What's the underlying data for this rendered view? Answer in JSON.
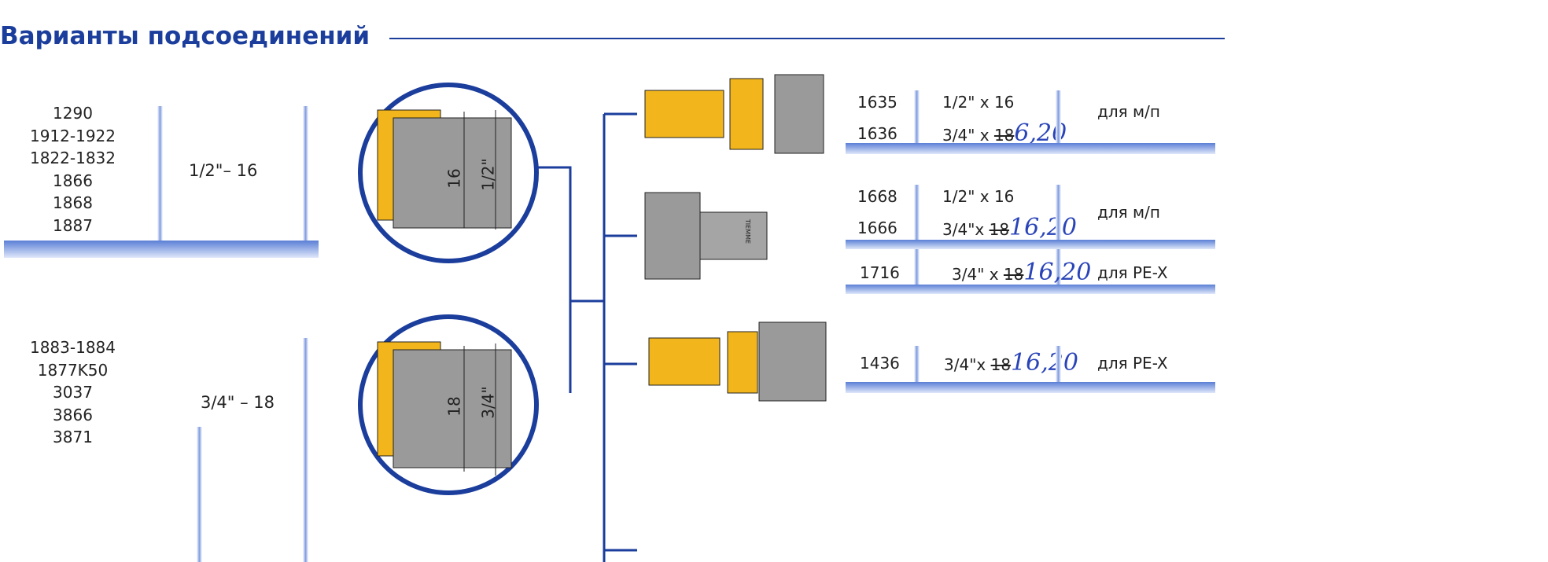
{
  "title": "Варианты подсоединений",
  "groups": [
    {
      "codes": [
        "1290",
        "1912-1922",
        "1822-1832",
        "1866",
        "1868",
        "1887"
      ],
      "size": "1/2\"– 16",
      "circle_labels": [
        "16",
        "1/2\""
      ]
    },
    {
      "codes": [
        "1883-1884",
        "1877K50",
        "3037",
        "3866",
        "3871"
      ],
      "size": "3/4\" – 18",
      "circle_labels": [
        "18",
        "3/4\""
      ]
    }
  ],
  "fittings": [
    {
      "rows": [
        {
          "code": "1635",
          "size": "1/2\" x 16"
        },
        {
          "code": "1636",
          "size": "3/4\" x ",
          "struck": "18",
          "handwritten": "6,20"
        }
      ],
      "note": "для м/п"
    },
    {
      "rows": [
        {
          "code": "1668",
          "size": "1/2\" x 16"
        },
        {
          "code": "1666",
          "size": "3/4\"x ",
          "struck": "18",
          "handwritten": "16,20"
        }
      ],
      "note": "для м/п"
    },
    {
      "rows": [
        {
          "code": "1716",
          "size": "3/4\" x ",
          "struck": "18",
          "handwritten": "16,20"
        }
      ],
      "note": "для PE-X"
    },
    {
      "rows": [
        {
          "code": "1436",
          "size": "3/4\"x ",
          "struck": "18",
          "handwritten": "16,20"
        }
      ],
      "note": "для PE-X"
    }
  ],
  "part_marking": "TIEMME",
  "colors": {
    "accent": "#1b3d9c",
    "brass": "#f2b61c",
    "steel": "#9a9a9a"
  }
}
